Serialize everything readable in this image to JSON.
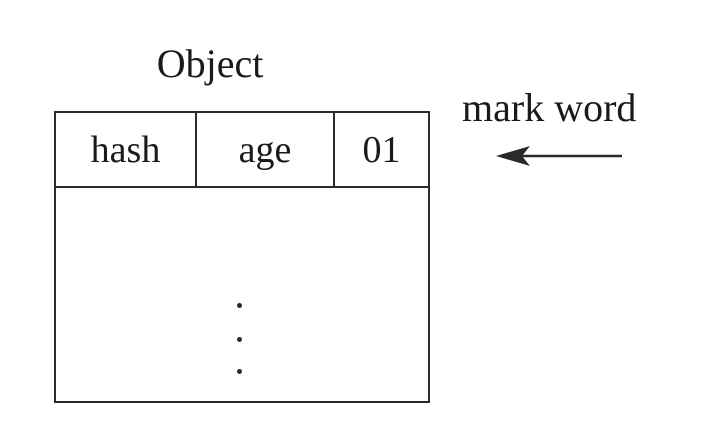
{
  "diagram": {
    "title": "Object",
    "mark_word_fields": [
      {
        "label": "hash"
      },
      {
        "label": "age"
      },
      {
        "label": "01"
      }
    ],
    "body_ellipsis": "⋮",
    "arrow_label": "mark word",
    "line_color": "#2a2a2a"
  }
}
